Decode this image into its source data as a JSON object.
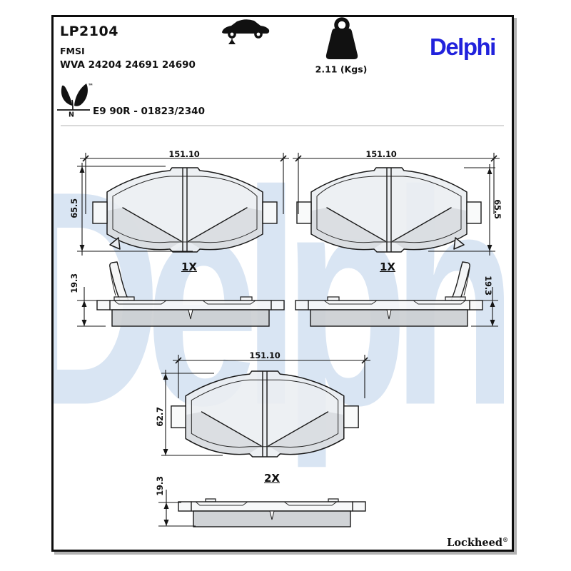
{
  "header": {
    "part_number": "LP2104",
    "standard": "FMSI",
    "wva": "WVA 24204 24691 24690",
    "weight": "2.11 (Kgs)",
    "brand_logo": "Delphi",
    "eco": {
      "letter": "N",
      "trademark": "™"
    },
    "homologation": "E9 90R - 01823/2340"
  },
  "watermark": "Delphi",
  "drawings": {
    "top_left_front": {
      "width": "151.10",
      "height": "65.5",
      "qty": "1X"
    },
    "top_right_front": {
      "width": "151.10",
      "height": "65.5",
      "qty": "1X"
    },
    "mid_left_side": {
      "thickness": "19.3"
    },
    "mid_right_side": {
      "thickness": "19.3"
    },
    "bottom_front": {
      "width": "151.10",
      "height": "62.7",
      "qty": "2X"
    },
    "bottom_side": {
      "thickness": "19.3"
    }
  },
  "footer": {
    "brand": "Lockheed",
    "registered": "®"
  },
  "colors": {
    "brand_blue": "#2122DC",
    "watermark_blue": "#D9E5F3",
    "line": "#1A1A1A"
  }
}
